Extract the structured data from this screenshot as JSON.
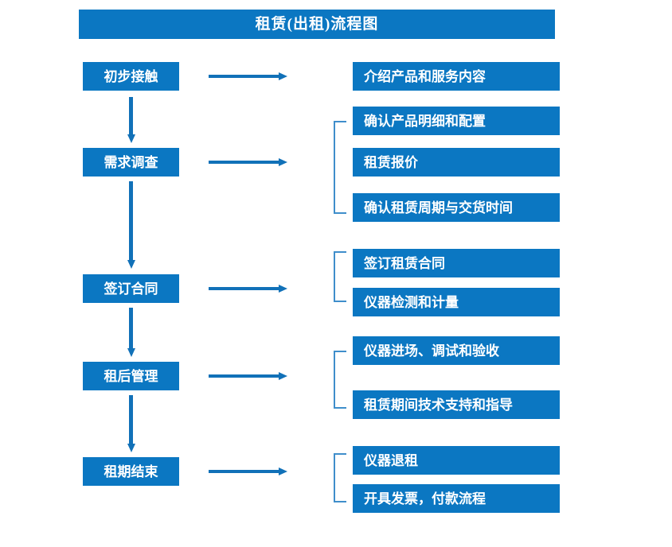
{
  "header": {
    "title": "租赁(出租)流程图"
  },
  "colors": {
    "box_blue": "#0b77c2",
    "arrow_blue": "#1171b8",
    "bracket_blue": "#3f8ecb",
    "text_white": "#ffffff",
    "background": "#ffffff"
  },
  "flow": {
    "stages": [
      {
        "label": "初步接触"
      },
      {
        "label": "需求调查"
      },
      {
        "label": "签订合同"
      },
      {
        "label": "租后管理"
      },
      {
        "label": "租期结束"
      }
    ],
    "details": [
      {
        "label": "介绍产品和服务内容"
      },
      {
        "label": "确认产品明细和配置"
      },
      {
        "label": "租赁报价"
      },
      {
        "label": "确认租赁周期与交货时间"
      },
      {
        "label": "签订租赁合同"
      },
      {
        "label": "仪器检测和计量"
      },
      {
        "label": "仪器进场、调试和验收"
      },
      {
        "label": "租赁期间技术支持和指导"
      },
      {
        "label": "仪器退租"
      },
      {
        "label": "开具发票，付款流程"
      }
    ],
    "groups": [
      {
        "stage": "初步接触",
        "details": [
          "介绍产品和服务内容"
        ]
      },
      {
        "stage": "需求调查",
        "details": [
          "确认产品明细和配置",
          "租赁报价",
          "确认租赁周期与交货时间"
        ]
      },
      {
        "stage": "签订合同",
        "details": [
          "签订租赁合同",
          "仪器检测和计量"
        ]
      },
      {
        "stage": "租后管理",
        "details": [
          "仪器进场、调试和验收",
          "租赁期间技术支持和指导"
        ]
      },
      {
        "stage": "租期结束",
        "details": [
          "仪器退租",
          "开具发票，付款流程"
        ]
      }
    ],
    "connector_names": [
      "arrow-stage-1-to-2",
      "arrow-stage-2-to-3",
      "arrow-stage-3-to-4",
      "arrow-stage-4-to-5"
    ]
  }
}
